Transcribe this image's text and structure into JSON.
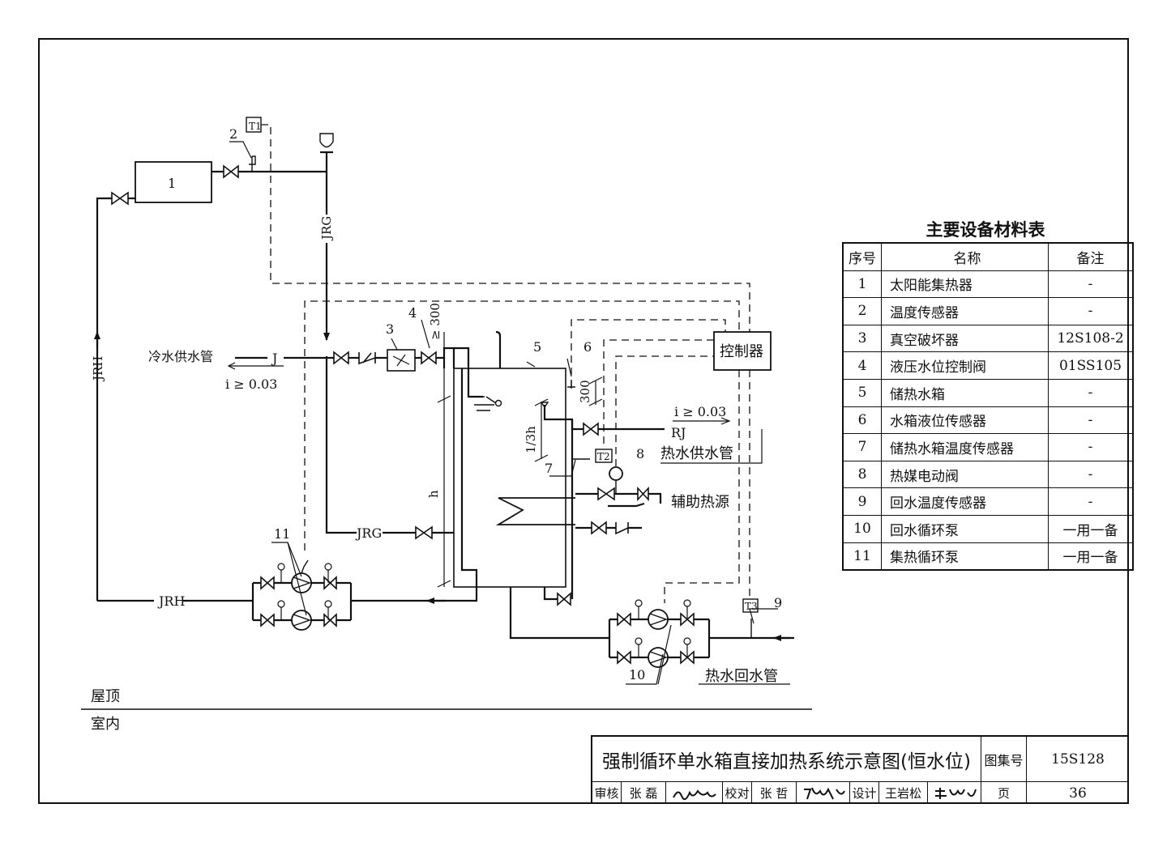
{
  "equipment_table": {
    "title": "主要设备材料表",
    "headers": {
      "no": "序号",
      "name": "名称",
      "note": "备注"
    },
    "rows": [
      {
        "no": "1",
        "name": "太阳能集热器",
        "note": "-"
      },
      {
        "no": "2",
        "name": "温度传感器",
        "note": "-"
      },
      {
        "no": "3",
        "name": "真空破坏器",
        "note": "12S108-2"
      },
      {
        "no": "4",
        "name": "液压水位控制阀",
        "note": "01SS105"
      },
      {
        "no": "5",
        "name": "储热水箱",
        "note": "-"
      },
      {
        "no": "6",
        "name": "水箱液位传感器",
        "note": "-"
      },
      {
        "no": "7",
        "name": "储热水箱温度传感器",
        "note": "-"
      },
      {
        "no": "8",
        "name": "热媒电动阀",
        "note": "-"
      },
      {
        "no": "9",
        "name": "回水温度传感器",
        "note": "-"
      },
      {
        "no": "10",
        "name": "回水循环泵",
        "note": "一用一备"
      },
      {
        "no": "11",
        "name": "集热循环泵",
        "note": "一用一备"
      }
    ]
  },
  "diagram": {
    "collector_id": "1",
    "sensor_t1": "T1",
    "sensor_t2": "T2",
    "sensor_t3": "T3",
    "label_2": "2",
    "label_3": "3",
    "label_4": "4",
    "label_5": "5",
    "label_6": "6",
    "label_7": "7",
    "label_8": "8",
    "label_9": "9",
    "label_10": "10",
    "label_11": "11",
    "pipe_jrg": "JRG",
    "pipe_jrh": "JRH",
    "pipe_j": "J",
    "pipe_rj": "RJ",
    "cold_supply": "冷水供水管",
    "slope_cold": "i ≥ 0.03",
    "slope_hot": "i ≥ 0.03",
    "dim_300_top": "≥ 300",
    "dim_300_side": "300",
    "dim_third": "1/3h",
    "dim_h": "h",
    "controller": "控制器",
    "hot_supply": "热水供水管",
    "aux_heat": "辅助热源",
    "hot_return": "热水回水管",
    "roof": "屋顶",
    "indoor": "室内"
  },
  "title_block": {
    "title": "强制循环单水箱直接加热系统示意图(恒水位)",
    "atlas_label": "图集号",
    "atlas_no": "15S128",
    "review_label": "审核",
    "reviewer": "张 磊",
    "check_label": "校对",
    "checker": "张 哲",
    "design_label": "设计",
    "designer": "王岩松",
    "page_label": "页",
    "page_no": "36"
  }
}
